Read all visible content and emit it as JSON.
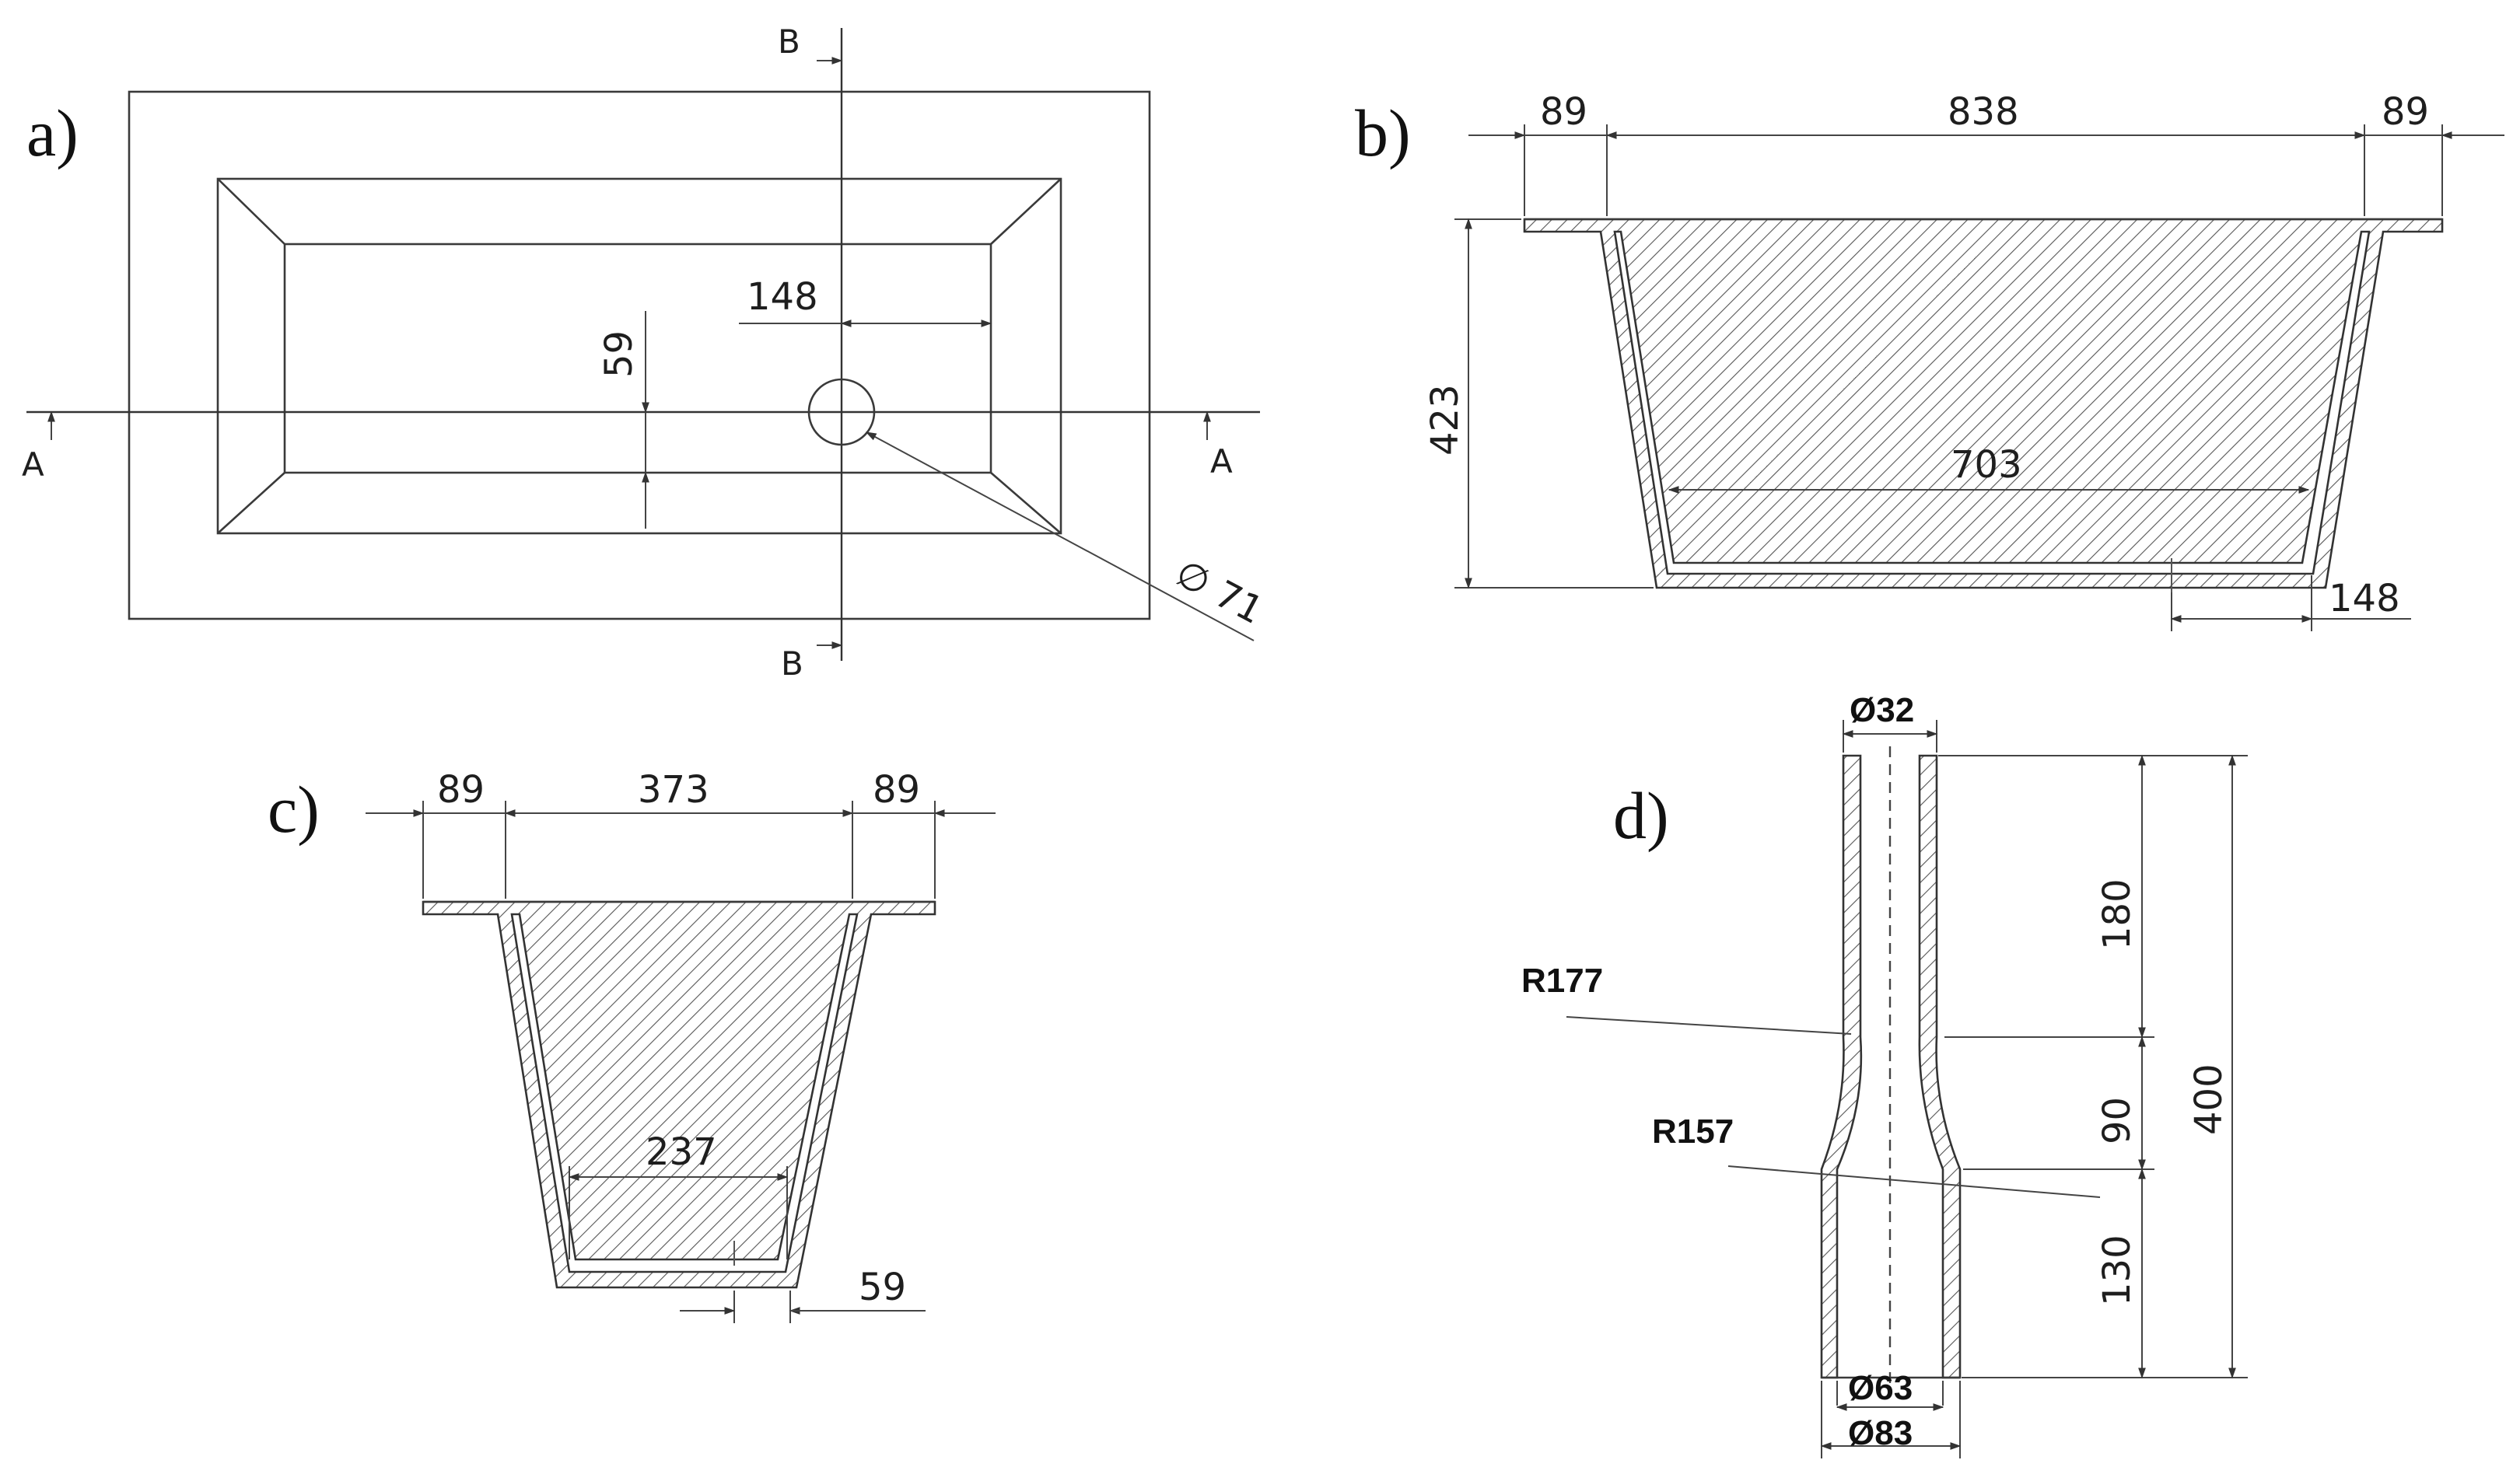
{
  "panels": {
    "a": {
      "label": "a)",
      "dims": {
        "d148": "148",
        "d59": "59",
        "d71": "∅ 71"
      },
      "section_marks": {
        "b_top": "B",
        "b_bottom": "B",
        "a_left": "A",
        "a_right": "A"
      }
    },
    "b": {
      "label": "b)",
      "dims": {
        "left": "89",
        "top": "838",
        "right": "89",
        "height": "423",
        "bottom": "703",
        "drain": "148"
      }
    },
    "c": {
      "label": "c)",
      "dims": {
        "left": "89",
        "top": "373",
        "right": "89",
        "bottom": "237",
        "drain": "59"
      }
    },
    "d": {
      "label": "d)",
      "dims": {
        "top_dia": "Ø32",
        "seg1": "180",
        "seg2": "90",
        "seg3": "130",
        "total": "400",
        "r1": "R177",
        "r2": "R157",
        "inner_dia": "Ø63",
        "outer_dia": "Ø83"
      }
    }
  }
}
